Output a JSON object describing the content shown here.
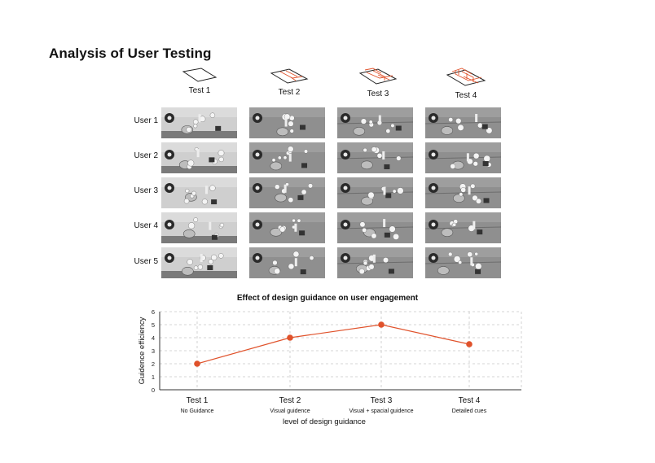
{
  "page": {
    "title": "Analysis of User Testing"
  },
  "tests": [
    {
      "label": "Test 1"
    },
    {
      "label": "Test 2"
    },
    {
      "label": "Test 3"
    },
    {
      "label": "Test 4"
    }
  ],
  "users": [
    {
      "label": "User 1"
    },
    {
      "label": "User 2"
    },
    {
      "label": "User 3"
    },
    {
      "label": "User 4"
    },
    {
      "label": "User 5"
    }
  ],
  "colors": {
    "accent": "#e0522b",
    "grid": "#c8c8c8",
    "axis": "#333333"
  },
  "chart_data": {
    "type": "line",
    "title": "Effect of design guidance on user engagement",
    "xlabel": "level of design guidance",
    "ylabel": "Guidence efficiency",
    "categories": [
      "Test 1",
      "Test 2",
      "Test 3",
      "Test 4"
    ],
    "sublabels": [
      "No Guidance",
      "Visual guidence",
      "Visual + spacial guidence",
      "Detailed cues"
    ],
    "values": [
      2,
      4,
      5,
      3.5
    ],
    "ylim": [
      0,
      6
    ],
    "yticks": [
      0,
      1,
      2,
      3,
      4,
      5,
      6
    ],
    "grid": true
  }
}
